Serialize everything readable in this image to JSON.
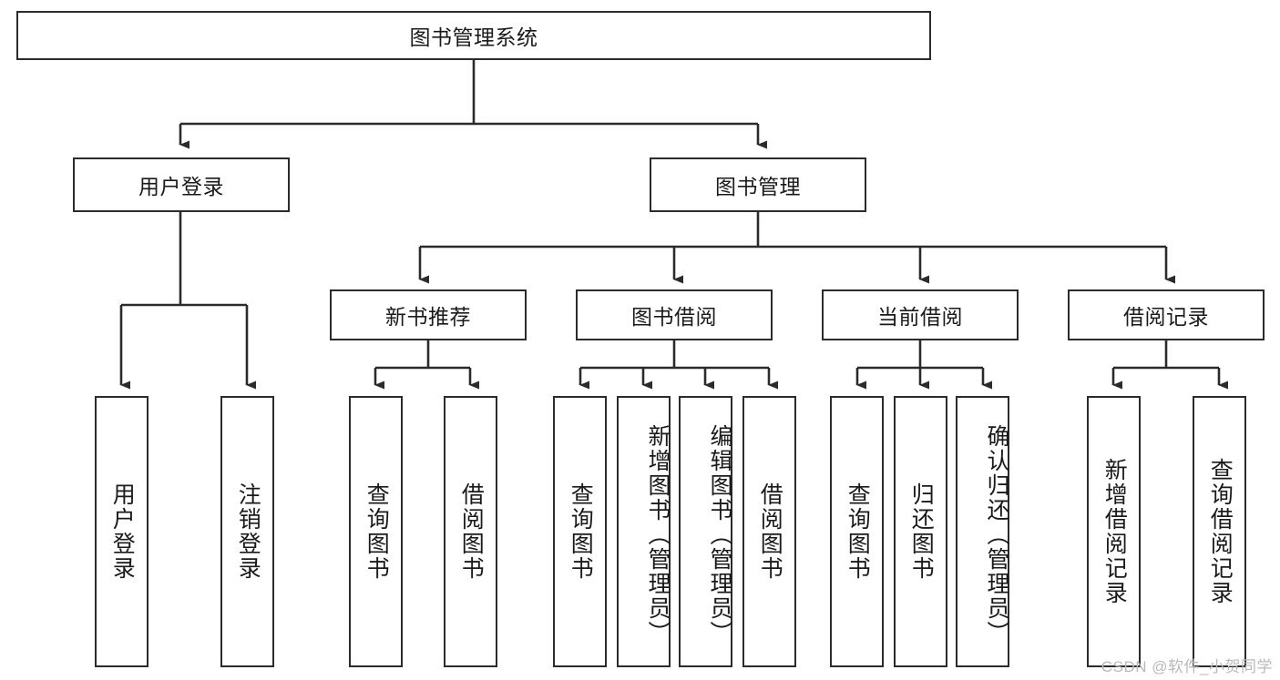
{
  "diagram": {
    "title": "图书管理系统",
    "watermark": "CSDN @软件_小贺同学",
    "colors": {
      "box_border": "#2b2b2b",
      "box_fill": "#ffffff",
      "connector": "#2b2b2b",
      "text": "#1a1a1a",
      "watermark": "#b9b9b9",
      "background": "#ffffff"
    },
    "root": {
      "label": "图书管理系统",
      "orientation": "horizontal"
    },
    "level1": [
      {
        "label": "用户登录",
        "orientation": "horizontal"
      },
      {
        "label": "图书管理",
        "orientation": "horizontal"
      }
    ],
    "level2": [
      {
        "label": "新书推荐",
        "orientation": "horizontal",
        "parent": "图书管理"
      },
      {
        "label": "图书借阅",
        "orientation": "horizontal",
        "parent": "图书管理"
      },
      {
        "label": "当前借阅",
        "orientation": "horizontal",
        "parent": "图书管理"
      },
      {
        "label": "借阅记录",
        "orientation": "horizontal",
        "parent": "图书管理"
      }
    ],
    "leaves": [
      {
        "label": "用户登录",
        "orientation": "vertical",
        "parent": "用户登录"
      },
      {
        "label": "注销登录",
        "orientation": "vertical",
        "parent": "用户登录"
      },
      {
        "label": "查询图书",
        "orientation": "vertical",
        "parent": "新书推荐"
      },
      {
        "label": "借阅图书",
        "orientation": "vertical",
        "parent": "新书推荐"
      },
      {
        "label": "查询图书",
        "orientation": "vertical",
        "parent": "图书借阅"
      },
      {
        "label": "新增图书（管理员）",
        "orientation": "vertical",
        "parent": "图书借阅"
      },
      {
        "label": "编辑图书（管理员）",
        "orientation": "vertical",
        "parent": "图书借阅"
      },
      {
        "label": "借阅图书",
        "orientation": "vertical",
        "parent": "图书借阅"
      },
      {
        "label": "查询图书",
        "orientation": "vertical",
        "parent": "当前借阅"
      },
      {
        "label": "归还图书",
        "orientation": "vertical",
        "parent": "当前借阅"
      },
      {
        "label": "确认归还（管理员）",
        "orientation": "vertical",
        "parent": "当前借阅"
      },
      {
        "label": "新增借阅记录",
        "orientation": "vertical",
        "parent": "借阅记录"
      },
      {
        "label": "查询借阅记录",
        "orientation": "vertical",
        "parent": "借阅记录"
      }
    ]
  }
}
